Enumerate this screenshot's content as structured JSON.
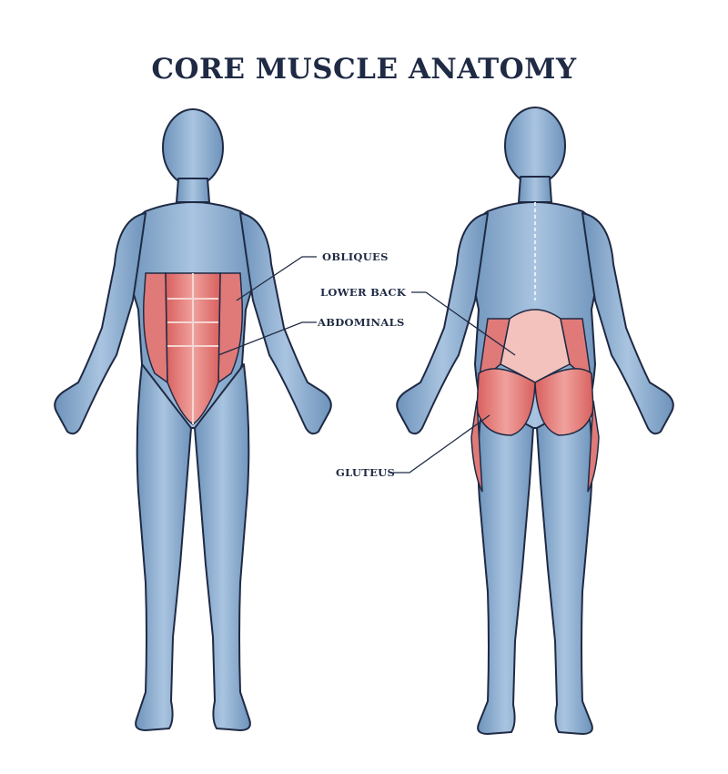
{
  "title": "CORE MUSCLE ANATOMY",
  "labels": {
    "obliques": "OBLIQUES",
    "lower_back": "LOWER BACK",
    "abdominals": "ABDOMINALS",
    "gluteus": "GLUTEUS"
  },
  "figures": [
    {
      "view": "front",
      "highlighted_muscles": [
        "obliques",
        "abdominals"
      ]
    },
    {
      "view": "back",
      "highlighted_muscles": [
        "lower back",
        "gluteus"
      ]
    }
  ],
  "colors": {
    "title": "#1f2a44",
    "body_fill": "#8fb0d2",
    "body_shade": "#6e93bb",
    "outline": "#1f2a44",
    "muscle_highlight": "#e07a78",
    "muscle_light": "#f3c2bd",
    "background": "#ffffff"
  }
}
